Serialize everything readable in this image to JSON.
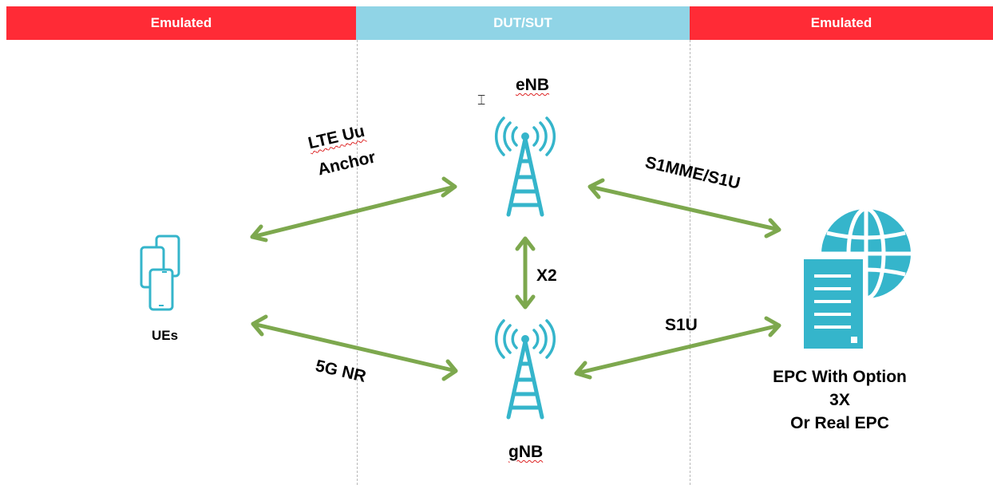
{
  "colors": {
    "emulated": "#ff2b36",
    "dut": "#90d4e6",
    "arrow": "#7da84e",
    "icon": "#35b5cb"
  },
  "header": {
    "left": "Emulated",
    "middle": "DUT/SUT",
    "right": "Emulated"
  },
  "nodes": {
    "enb": "eNB",
    "gnb": "gNB",
    "ues": "UEs",
    "epc_line1": "EPC With Option",
    "epc_line2": "3X",
    "epc_line3": "Or Real EPC"
  },
  "links": {
    "lte_line1": "LTE Uu",
    "lte_line2": "Anchor",
    "nr": "5G NR",
    "x2": "X2",
    "s1mme": "S1MME/S1U",
    "s1u": "S1U"
  },
  "icons": {
    "enb": "cell-tower-icon",
    "gnb": "cell-tower-icon",
    "ues": "mobile-phones-icon",
    "epc": "server-globe-icon"
  }
}
